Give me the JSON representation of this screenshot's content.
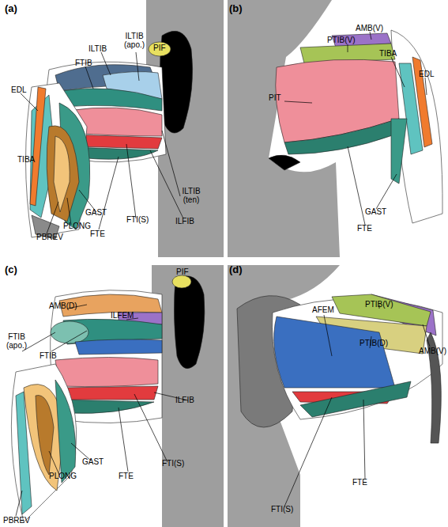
{
  "diagram": {
    "labels": [
      "(a)",
      "ILTIB",
      "ILTIB (apo.)",
      "PIF",
      "FTIB",
      "EDL",
      "TIBA",
      "GAST",
      "PLONG",
      "PBREV",
      "FTE",
      "FTI(S)",
      "ILTIB (ten)",
      "ILFIB",
      "(b)",
      "AMB(V)",
      "PTIB(V)",
      "PIT",
      "TIBA",
      "EDL",
      "GAST",
      "FTE",
      "(c)",
      "PIF",
      "AMB(D)",
      "ILFEM",
      "FTIB (apo.)",
      "FTIB",
      "ILFIB",
      "GAST",
      "PLONG",
      "PBREV",
      "FTE",
      "FTI(S)",
      "(d)",
      "AFEM",
      "PTIB(V)",
      "PTIB(D)",
      "AMB(V)",
      "FTE",
      "FTI(S)"
    ]
  }
}
